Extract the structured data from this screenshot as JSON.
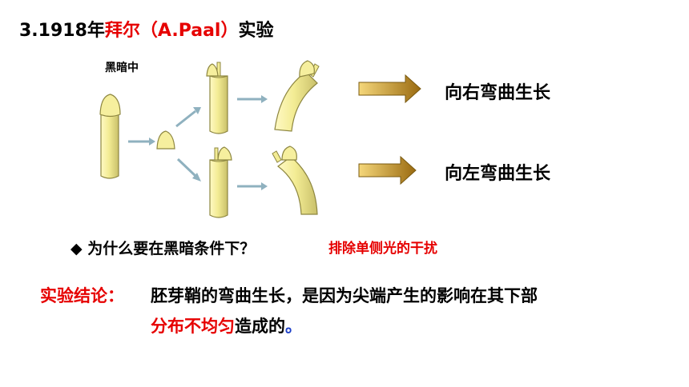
{
  "title": {
    "prefix": "3.1918年",
    "highlight": "拜尔（A.Paal）",
    "suffix": "实验"
  },
  "diagram": {
    "dark_label": "黑暗中"
  },
  "results": {
    "right": "向右弯曲生长",
    "left": "向左弯曲生长"
  },
  "question": {
    "bullet": "◆",
    "text": "为什么要在黑暗条件下？",
    "answer": "排除单侧光的干扰"
  },
  "conclusion": {
    "label": "实验结论：",
    "line1": "胚芽鞘的弯曲生长，是因为尖端产生的影响在其下部",
    "line2_red": "分布不均匀",
    "line2_black": "造成的",
    "line2_end": "。"
  },
  "colors": {
    "accent_red": "#e60000",
    "stem_fill": "#f3ec94",
    "stem_stroke": "#8d8640",
    "big_arrow": "#b8860b",
    "small_arrow": "#8fb1bf"
  }
}
